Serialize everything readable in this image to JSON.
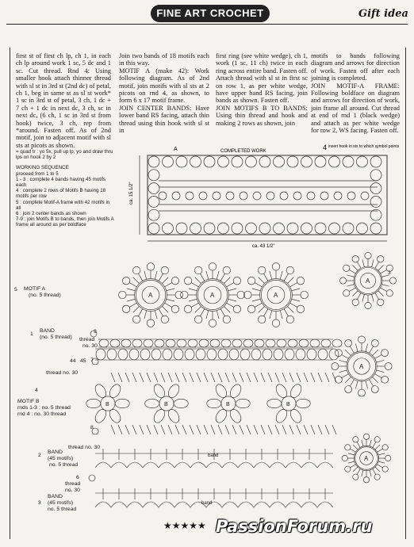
{
  "header": {
    "title": "FINE ART CROCHET",
    "gift": "Gift idea"
  },
  "text": {
    "col1": "first st of first ch lp, ch 1, in each ch lp around work 1 sc, 5 dc and 1 sc. Cut thread. Rnd 4: Using smaller hook attach thinner thread with sl st in 3rd st (2nd dc) of petal, ch 1, beg in same st as sl st work* 1 sc in 3rd st of petal, 3 ch, 1 dc + 7 ch + 1 dc in next dc, 3 ch, sc in next dc, (6 ch, 1 sc in 3rd st from hook) twice, 3 ch, rep from *around. Fasten off. As of 2nd motif, join to adjacent motif with sl sts at picots as shown.",
    "col2a": "Join two bands of 18 motifs each in this way.",
    "col2b": "MOTIF A (make 42): Work following diagram. As of 2nd motif, join motifs with sl sts at 2 picots on rnd 4, as shown, to form 6 x 17 motif frame.",
    "col2c": "JOIN CENTER BANDS: Have lower band RS facing, attach thin thread using thin hook with sl st in",
    "col3a": "first ring (see white wedge), ch 1, work (1 sc, 11 ch) twice in each ring across entire band. Fasten off. Attach thread with sl st in first sc on row 1, as per white wedge, have upper band RS facing, join bands as shown. Fasten off.",
    "col3b": "JOIN MOTIFS B TO BANDS: Using thin thread and hook and making 2 rows as shown, join",
    "col4a": "motifs to bands following diagram and arrows for direction of work. Fasten off after each joining is completed.",
    "col4b": "JOIN MOTIF-A FRAME: Following boldface on diagram and arrows for direction of work, join frame all around. Cut thread at end of rnd 1 (black wedge) and attach as per white wedge for row 2, WS facing. Fasten off."
  },
  "legend": {
    "quad": "= quad tr : yo 5x, pull up lp, yo and draw thru lps on hook 2 by 2",
    "seq_title": "WORKING SEQUENCE",
    "seq_sub": "proceed from 1 to 5",
    "s1": "1 - 3 : complete 4 bands having 45 motifs each",
    "s2": "4 : complete 2 rows of Motifs B having 18 motifs per row",
    "s3": "5 : complete Motif-A frame with 42 motifs in all",
    "s4": "6 : join 2 center bands as shown",
    "s5": "7-9 : join Motifs B to bands, then join Motifs A frame all around as per boldface"
  },
  "schematic": {
    "completed": "COMPLETED WORK",
    "height": "ca. 15 1/2\"",
    "width": "ca. 43 1/2\"",
    "insert_note": "insert hook in sts to which symbol points",
    "insert_num": "4",
    "corner": "A"
  },
  "labels": {
    "motif_a": "MOTIF A",
    "motif_a_thread": "(no. 5 thread)",
    "band1": "BAND",
    "band1_thread": "(no. 5 thread)",
    "n9": "9",
    "thread30": "thread",
    "thread30b": "no. 30",
    "n7": "7",
    "thread30c": "thread no. 30",
    "n4": "4",
    "motif_b": "MOTIF B",
    "motif_b_r1": "rnds 1-3 : no. 5 thread",
    "motif_b_r2": "rnd 4 : no. 30 thread",
    "n8": "8",
    "thread30d": "thread no. 30",
    "band2": "BAND",
    "band2_count": "(45 motifs)",
    "band2_thread": "no. 5 thread",
    "n6": "6",
    "thread30e": "thread",
    "thread30f": "no. 30",
    "band3": "BAND",
    "band3_count": "(45 motifs)",
    "band3_thread": "no. 5 thread",
    "c5": "5",
    "c1": "1",
    "c2": "2",
    "c3": "3",
    "a": "A",
    "b": "B",
    "band": "band",
    "n44": "44",
    "n3": "3",
    "n45": "45"
  },
  "footer": {
    "logo": "★★★★★",
    "watermark": "PassionForum.ru"
  }
}
